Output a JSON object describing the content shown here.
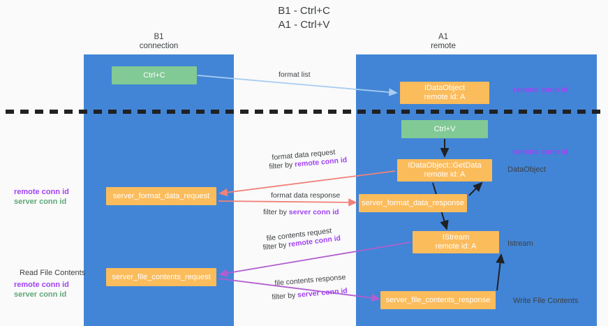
{
  "title": {
    "line1": "B1 - Ctrl+C",
    "line2": "A1 - Ctrl+V"
  },
  "columns": {
    "b1": {
      "name": "B1",
      "role": "connection"
    },
    "a1": {
      "name": "A1",
      "role": "remote"
    }
  },
  "nodes": {
    "ctrl_c": {
      "label": "Ctrl+C",
      "color": "#81c995"
    },
    "idataobject": {
      "line1": "IDataObject",
      "line2": "remote id: A",
      "color": "#fbbc5c"
    },
    "ctrl_v": {
      "label": "Ctrl+V",
      "color": "#81c995"
    },
    "getdata": {
      "line1": "IDataObject::GetData",
      "line2": "remote id: A",
      "color": "#fbbc5c"
    },
    "server_format_data_request": {
      "label": "server_format_data_request",
      "color": "#fbbc5c"
    },
    "server_format_data_response": {
      "label": "server_format_data_response",
      "color": "#fbbc5c"
    },
    "istream": {
      "line1": "IStream",
      "line2": "remote id: A",
      "color": "#fbbc5c"
    },
    "server_file_contents_request": {
      "label": "server_file_contents_request",
      "color": "#fbbc5c"
    },
    "server_file_contents_response": {
      "label": "server_file_contents_response",
      "color": "#fbbc5c"
    }
  },
  "edges": {
    "format_list": "format list",
    "format_data_request": "format data request",
    "format_data_request_filter_prefix": "filter by ",
    "format_data_request_filter_key": "remote conn id",
    "format_data_response": "format data response",
    "format_data_response_filter_prefix": "filter by ",
    "format_data_response_filter_key": "server conn id",
    "file_contents_request": "file contents request",
    "file_contents_request_filter_prefix": "filter by ",
    "file_contents_request_filter_key": "remote conn id",
    "file_contents_response": "file contents response",
    "file_contents_response_filter_prefix": "filter by ",
    "file_contents_response_filter_key": "server conn id"
  },
  "annotations": {
    "remote_conn_id_top": "remote conn id",
    "remote_conn_id_mid": "remote conn id",
    "dataobject": "DataObject",
    "istream": "Istream",
    "write_file_contents": "Write File Contents",
    "read_file_contents": "Read File Contents",
    "left_remote_conn_id_1": "remote conn id",
    "left_server_conn_id_1": "server conn id",
    "left_remote_conn_id_2": "remote conn id",
    "left_server_conn_id_2": "server conn id"
  },
  "colors": {
    "lane": "#4285d6",
    "green_node": "#81c995",
    "orange_node": "#fbbc5c",
    "purple_text": "#a142f4",
    "green_text": "#5fa777",
    "blue_arrow": "#a8cdf0",
    "red_arrow": "#f1827a",
    "purple_arrow": "#b15ed0",
    "black_arrow": "#202124",
    "divider": "#202124",
    "background": "#fafafa"
  }
}
